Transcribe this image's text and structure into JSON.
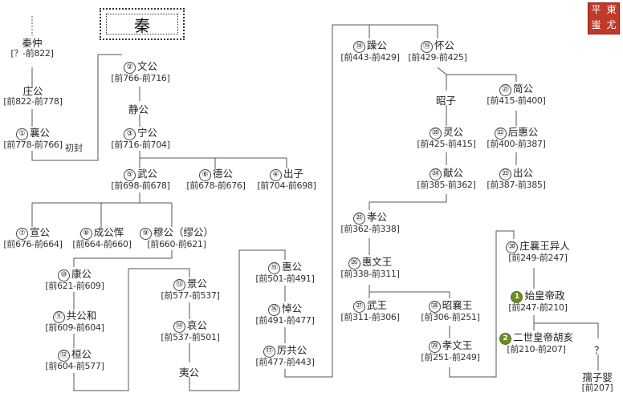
{
  "title": "秦",
  "seal": [
    "東",
    "平",
    "蚩",
    "尤"
  ],
  "nodes": [
    {
      "id": "qinzhong",
      "num": "",
      "name": "秦仲",
      "years": "[？-前822]"
    },
    {
      "id": "zhuanggong",
      "num": "",
      "name": "庄公",
      "years": "[前822-前778]"
    },
    {
      "id": "xianggong",
      "num": "①",
      "name": "襄公",
      "years": "[前778-前766]"
    },
    {
      "id": "wengong",
      "num": "②",
      "name": "文公",
      "years": "[前766-前716]"
    },
    {
      "id": "jinggong",
      "num": "",
      "name": "静公",
      "years": ""
    },
    {
      "id": "ninggong",
      "num": "③",
      "name": "宁公",
      "years": "[前716-前704]"
    },
    {
      "id": "wugong",
      "num": "⑤",
      "name": "武公",
      "years": "[前698-前678]"
    },
    {
      "id": "degong",
      "num": "⑥",
      "name": "德公",
      "years": "[前678-前676]"
    },
    {
      "id": "chuzi",
      "num": "④",
      "name": "出子",
      "years": "[前704-前698]"
    },
    {
      "id": "xuangong",
      "num": "⑦",
      "name": "宣公",
      "years": "[前676-前664]"
    },
    {
      "id": "chenggong",
      "num": "⑧",
      "name": "成公恽",
      "years": "[前664-前660]"
    },
    {
      "id": "mugong",
      "num": "⑨",
      "name": "穆公（缪公）",
      "years": "[前660-前621]"
    },
    {
      "id": "kanggong",
      "num": "⑩",
      "name": "康公",
      "years": "[前621-前609]"
    },
    {
      "id": "gonggong",
      "num": "⑪",
      "name": "共公和",
      "years": "[前609-前604]"
    },
    {
      "id": "huangong",
      "num": "⑫",
      "name": "桓公",
      "years": "[前604-前577]"
    },
    {
      "id": "jinggong2",
      "num": "⑬",
      "name": "景公",
      "years": "[前577-前537]"
    },
    {
      "id": "aigong",
      "num": "⑭",
      "name": "哀公",
      "years": "[前537-前501]"
    },
    {
      "id": "yigong",
      "num": "",
      "name": "夷公",
      "years": ""
    },
    {
      "id": "huigong",
      "num": "⑮",
      "name": "惠公",
      "years": "[前501-前491]"
    },
    {
      "id": "daogong",
      "num": "⑯",
      "name": "悼公",
      "years": "[前491-前477]"
    },
    {
      "id": "ligonggong",
      "num": "⑰",
      "name": "厉共公",
      "years": "[前477-前443]"
    },
    {
      "id": "zaogong",
      "num": "⑱",
      "name": "躁公",
      "years": "[前443-前429]"
    },
    {
      "id": "huaigong",
      "num": "⑲",
      "name": "怀公",
      "years": "[前429-前425]"
    },
    {
      "id": "zhaozi",
      "num": "",
      "name": "昭子",
      "years": ""
    },
    {
      "id": "jiangong",
      "num": "㉑",
      "name": "简公",
      "years": "[前415-前400]"
    },
    {
      "id": "linggong",
      "num": "⑳",
      "name": "灵公",
      "years": "[前425-前415]"
    },
    {
      "id": "houhuigong",
      "num": "㉒",
      "name": "后惠公",
      "years": "[前400-前387]"
    },
    {
      "id": "xiangong",
      "num": "㉔",
      "name": "献公",
      "years": "[前385-前362]"
    },
    {
      "id": "chugong",
      "num": "㉓",
      "name": "出公",
      "years": "[前387-前385]"
    },
    {
      "id": "xiaogong",
      "num": "㉕",
      "name": "孝公",
      "years": "[前362-前338]"
    },
    {
      "id": "huiwenwang",
      "num": "㉖",
      "name": "惠文王",
      "years": "[前338-前311]"
    },
    {
      "id": "wuwang",
      "num": "㉗",
      "name": "武王",
      "years": "[前311-前306]"
    },
    {
      "id": "zhaoxiangwang",
      "num": "㉘",
      "name": "昭襄王",
      "years": "[前306-前251]"
    },
    {
      "id": "xiaowenwang",
      "num": "㉙",
      "name": "孝文王",
      "years": "[前251-前249]"
    },
    {
      "id": "zhuangxiangwang",
      "num": "㉚",
      "name": "庄襄王异人",
      "years": "[前249-前247]"
    },
    {
      "id": "shihuangdi",
      "num": "1",
      "name": "始皇帝政",
      "years": "[前247-前210]"
    },
    {
      "id": "ershihuangdi",
      "num": "2",
      "name": "二世皇帝胡亥",
      "years": "[前210-前207]"
    },
    {
      "id": "unknown",
      "num": "",
      "name": "？",
      "years": ""
    },
    {
      "id": "ruziying",
      "num": "",
      "name": "孺子婴",
      "years": "[前207]"
    }
  ],
  "annotations": {
    "chufeng": "初封"
  }
}
